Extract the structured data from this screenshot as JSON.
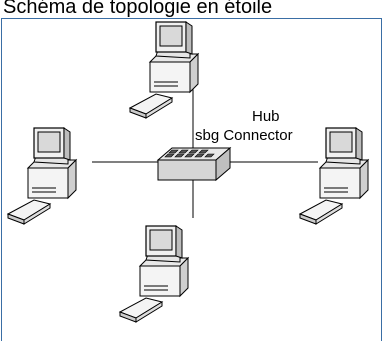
{
  "page": {
    "title": "Schéma de topologie en étoile"
  },
  "hub": {
    "label_line1": "Hub",
    "label_line2": "sbg Connector"
  },
  "nodes": [
    {
      "name": "computer-top",
      "icon": "desktop-computer-icon"
    },
    {
      "name": "computer-left",
      "icon": "desktop-computer-icon"
    },
    {
      "name": "computer-right",
      "icon": "desktop-computer-icon"
    },
    {
      "name": "computer-bottom",
      "icon": "desktop-computer-icon"
    }
  ],
  "colors": {
    "frame": "#3a6ea5",
    "line": "#000000",
    "device_fill": "#f2f2f2",
    "screen": "#d9d9d9"
  }
}
